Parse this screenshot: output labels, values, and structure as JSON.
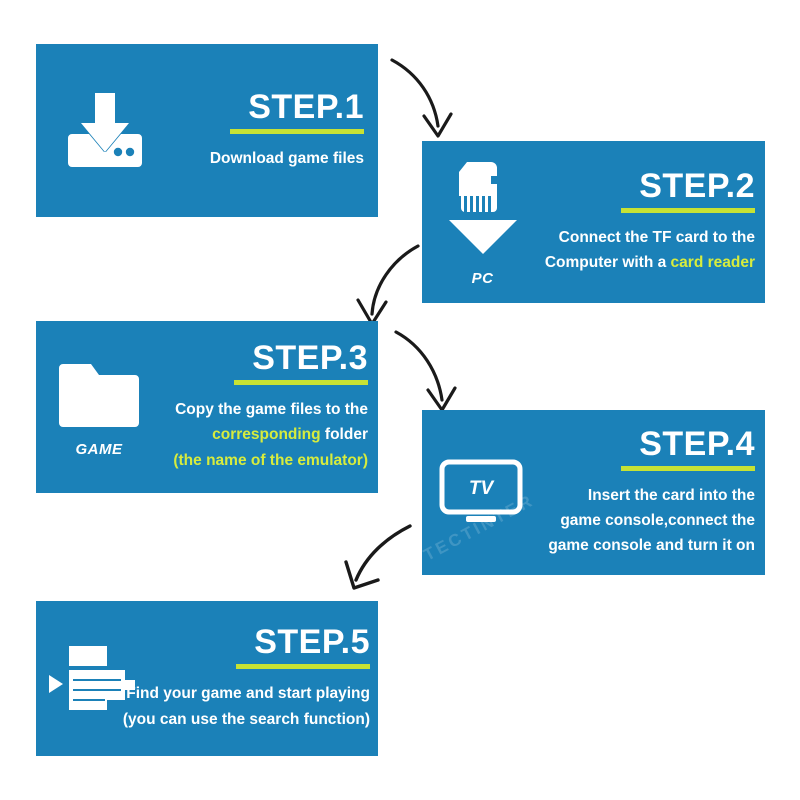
{
  "meta": {
    "panel_color": "#1b81b8",
    "accent_color": "#c7e234",
    "highlight_text_color": "#d7ec3d",
    "text_color": "#ffffff",
    "background_color": "#ffffff",
    "arrow_color": "#1a1a1a"
  },
  "watermark": {
    "text": "TECTINTER"
  },
  "steps": [
    {
      "title": "STEP.1",
      "icon_name": "download-icon",
      "icon_caption": "",
      "lines": [
        {
          "segments": [
            {
              "text": "Download game files",
              "highlight": false
            }
          ]
        }
      ]
    },
    {
      "title": "STEP.2",
      "icon_name": "tf-card-to-pc-icon",
      "icon_caption": "PC",
      "lines": [
        {
          "segments": [
            {
              "text": "Connect the TF card to the",
              "highlight": false
            }
          ]
        },
        {
          "segments": [
            {
              "text": "Computer with a ",
              "highlight": false
            },
            {
              "text": "card reader",
              "highlight": true
            }
          ]
        }
      ]
    },
    {
      "title": "STEP.3",
      "icon_name": "folder-icon",
      "icon_caption": "GAME",
      "lines": [
        {
          "segments": [
            {
              "text": "Copy the game files to the",
              "highlight": false
            }
          ]
        },
        {
          "segments": [
            {
              "text": "corresponding",
              "highlight": true
            },
            {
              "text": " folder",
              "highlight": false
            }
          ]
        },
        {
          "segments": [
            {
              "text": "(the name of the emulator)",
              "highlight": true
            }
          ]
        }
      ]
    },
    {
      "title": "STEP.4",
      "icon_name": "tv-icon",
      "icon_caption": "",
      "lines": [
        {
          "segments": [
            {
              "text": "Insert the card into the",
              "highlight": false
            }
          ]
        },
        {
          "segments": [
            {
              "text": "game console,connect the",
              "highlight": false
            }
          ]
        },
        {
          "segments": [
            {
              "text": "game console and turn it on",
              "highlight": false
            }
          ]
        }
      ]
    },
    {
      "title": "STEP.5",
      "icon_name": "media-file-play-icon",
      "icon_caption": "",
      "lines": [
        {
          "segments": [
            {
              "text": "Find your game and start playing",
              "highlight": false
            }
          ]
        },
        {
          "segments": [
            {
              "text": "(you can use the search function)",
              "highlight": false
            }
          ]
        }
      ]
    }
  ],
  "arrows": [
    {
      "name": "arrow-step1-to-step2",
      "direction": "down-right"
    },
    {
      "name": "arrow-step2-to-step3",
      "direction": "down-left"
    },
    {
      "name": "arrow-step3-to-step4",
      "direction": "down-right"
    },
    {
      "name": "arrow-step4-to-step5",
      "direction": "down-left"
    }
  ]
}
